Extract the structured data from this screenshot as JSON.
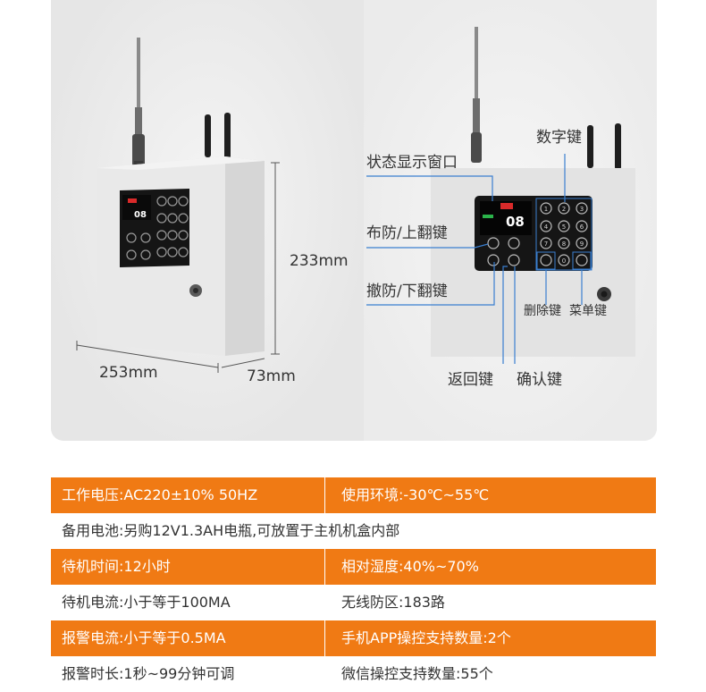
{
  "dimensions": {
    "height": "233mm",
    "width": "253mm",
    "depth": "73mm"
  },
  "callouts": {
    "status_window": "状态显示窗口",
    "number_keys": "数字键",
    "arm_up": "布防/上翻键",
    "disarm_down": "撤防/下翻键",
    "delete_key": "删除键",
    "menu_key": "菜单键",
    "back_key": "返回键",
    "confirm_key": "确认键"
  },
  "device_screen": {
    "display_number": "08"
  },
  "specs": [
    {
      "style": "orange",
      "cells": [
        "工作电压:AC220±10% 50HZ",
        "使用环境:-30℃~55℃"
      ]
    },
    {
      "style": "white",
      "cells": [
        "备用电池:另购12V1.3AH电瓶,可放置于主机机盒内部"
      ]
    },
    {
      "style": "orange",
      "cells": [
        "待机时间:12小时",
        "相对湿度:40%~70%"
      ]
    },
    {
      "style": "white",
      "cells": [
        "待机电流:小于等于100MA",
        "无线防区:183路"
      ]
    },
    {
      "style": "orange",
      "cells": [
        "报警电流:小于等于0.5MA",
        "手机APP操控支持数量:2个"
      ]
    },
    {
      "style": "white",
      "cells": [
        "报警时长:1秒~99分钟可调",
        "微信操控支持数量:55个"
      ]
    }
  ],
  "colors": {
    "accent_orange": "#f07a14",
    "callout_line": "#3a7fd0"
  }
}
